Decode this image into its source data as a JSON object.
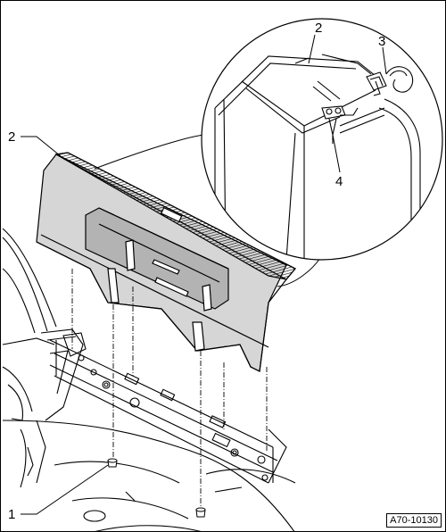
{
  "callouts": {
    "c1": "1",
    "c2_main": "2",
    "c2_detail": "2",
    "c3": "3",
    "c4": "4"
  },
  "reference_code": "A70-10130",
  "colors": {
    "panel_fill": "#d6d6d6",
    "panel_dark": "#b3b3b3",
    "line": "#000000"
  }
}
